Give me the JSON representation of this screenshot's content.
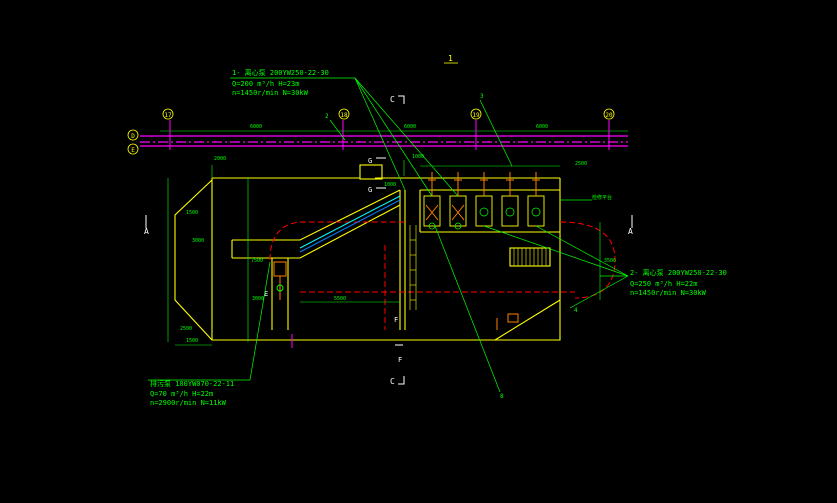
{
  "colors": {
    "background": "#000000",
    "structure": "#ffff00",
    "leader": "#00ff00",
    "axis": "#ff00ff",
    "hidden": "#ff0000",
    "section": "#ffffff",
    "pipe": "#00ffff"
  },
  "sheet_mark": "1",
  "axes": {
    "col_17": "17",
    "col_18": "18",
    "col_19": "19",
    "col_20": "20",
    "row_top": "D",
    "row_bottom": "E"
  },
  "section_marks": {
    "a_left": "A",
    "a_right": "A",
    "c_top": "C",
    "c_bottom": "C",
    "g_1": "G",
    "g_2": "G",
    "f_1": "F",
    "f_2": "F",
    "e_1": "E"
  },
  "pump_callouts": {
    "pump1": {
      "line1": "1- 离心泵  200YW250-22-30",
      "line2": "Q=200  m³/h   H=23m",
      "line3": "n=1450r/min  N=30kW"
    },
    "pump2": {
      "line1": "2- 离心泵  200YW250-22-30",
      "line2": "Q=250  m³/h   H=22m",
      "line3": "n=1450r/min  N=30kW"
    },
    "pump3": {
      "line1": "排污泵  100YW070-22-11",
      "line2": "Q=70   m³/h   H=22m",
      "line3": "n=2900r/min  N=11kW"
    }
  },
  "leader_tags": {
    "tag_2": "2",
    "tag_3": "3",
    "tag_4": "4",
    "tag_8": "8",
    "tag_note": "检修平台"
  },
  "dimensions": {
    "d_6000a": "6000",
    "d_6000b": "6000",
    "d_6000c": "6000",
    "d_2500": "2500",
    "d_1500": "1500",
    "d_3000": "3000",
    "d_7500": "7500",
    "d_1000": "1000",
    "d_2500b": "2500",
    "d_5500": "5500",
    "d_3500": "3500",
    "d_1500b": "1500",
    "d_3000b": "3000",
    "d_1000b": "1000",
    "d_2000": "2000"
  }
}
